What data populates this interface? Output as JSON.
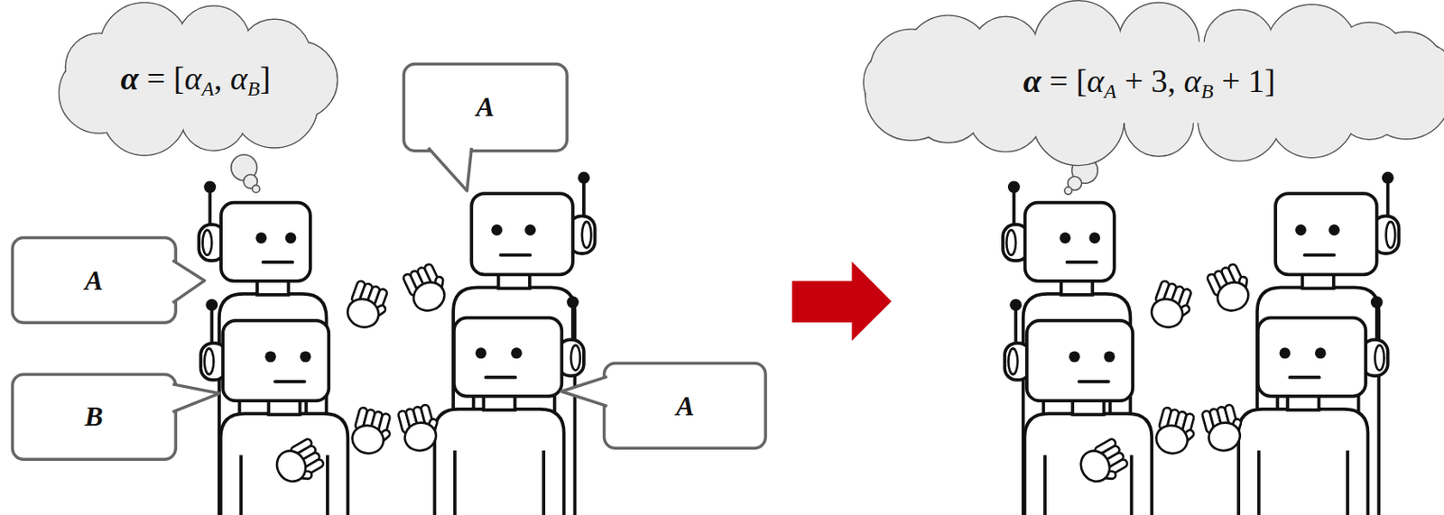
{
  "diagram": {
    "nodes": [
      {
        "text": [
          "α = [αA, αB]"
        ]
      },
      {
        "text": [
          "A"
        ]
      },
      {
        "text": [
          "A"
        ]
      },
      {
        "text": [
          "B"
        ]
      },
      {
        "text": [
          "A"
        ]
      },
      {
        "text": [
          "α = [αA + 3, αB + 1]"
        ]
      }
    ]
  }
}
